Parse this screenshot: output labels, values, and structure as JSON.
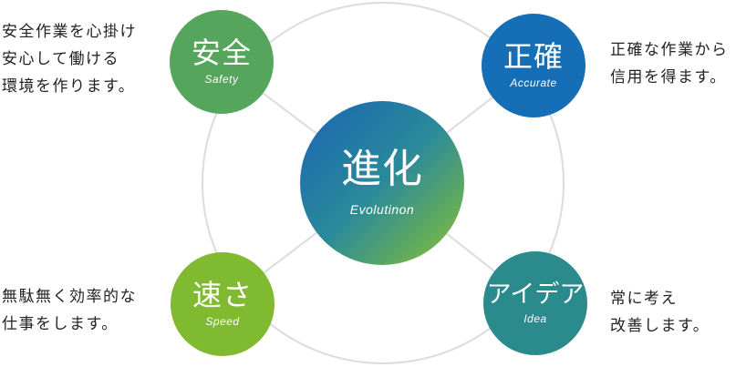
{
  "center": {
    "title": "進化",
    "subtitle": "Evolutinon"
  },
  "nodes": {
    "safety": {
      "title": "安全",
      "subtitle": "Safety",
      "description": "安全作業を心掛け\n安心して働ける\n環境を作ります。"
    },
    "accurate": {
      "title": "正確",
      "subtitle": "Accurate",
      "description": "正確な作業から\n信用を得ます。"
    },
    "speed": {
      "title": "速さ",
      "subtitle": "Speed",
      "description": "無駄無く効率的な\n仕事をします。"
    },
    "idea": {
      "title": "アイデア",
      "subtitle": "Idea",
      "description": "常に考え\n改善します。"
    }
  },
  "colors": {
    "safety": "#55a65c",
    "accurate": "#156eb6",
    "speed": "#7fba30",
    "idea": "#2b8a8c",
    "center_gradient": [
      "#1a64b4",
      "#2a8a9a",
      "#8ac232"
    ],
    "ring": "#dcdcdc"
  }
}
